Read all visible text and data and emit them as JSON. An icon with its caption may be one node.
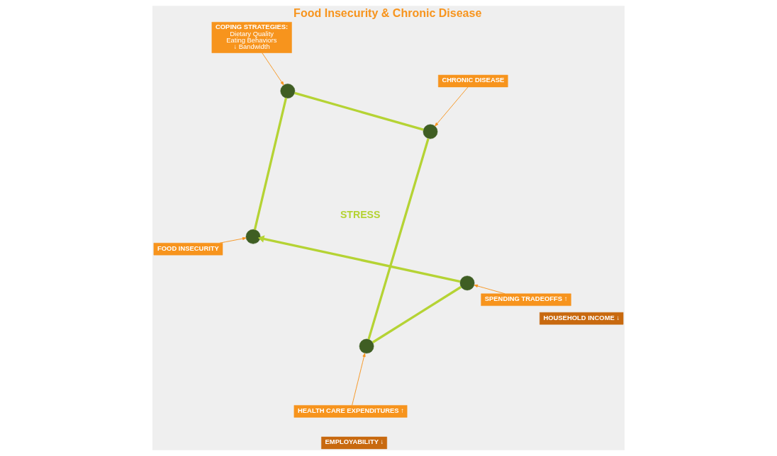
{
  "diagram": {
    "title": "Food Insecurity & Chronic Disease",
    "nodes": [
      {
        "text": [
          "FOOD INSECURITY"
        ]
      },
      {
        "text": [],
        "shape": "circle"
      },
      {
        "text": [
          "COPING STRATEGIES:",
          "Dietary Quality",
          "Eating Behaviors",
          "↓ Bandwidth"
        ]
      },
      {
        "text": [],
        "shape": "circle"
      },
      {
        "text": [
          "CHRONIC DISEASE"
        ]
      },
      {
        "text": [],
        "shape": "circle"
      },
      {
        "text": [
          "HEALTH CARE EXPENDITURES ↑"
        ]
      },
      {
        "text": [
          "EMPLOYABILITY ↓"
        ]
      },
      {
        "text": [],
        "shape": "circle"
      },
      {
        "text": [
          "HOUSEHOLD INCOME ↓"
        ]
      },
      {
        "text": [
          "SPENDING TRADEOFFS ↑"
        ]
      },
      {
        "text": [],
        "shape": "circle"
      }
    ],
    "edges": [
      {
        "from": 0,
        "to": 1,
        "arrow": "to",
        "color": "#f7941d"
      },
      {
        "from": 2,
        "to": 3,
        "arrow": "to",
        "color": "#f7941d"
      },
      {
        "from": 4,
        "to": 5,
        "arrow": "to",
        "color": "#f7941d"
      },
      {
        "from": 6,
        "to": 8,
        "arrow": "to",
        "color": "#f7941d"
      },
      {
        "from": 10,
        "to": 11,
        "arrow": "to",
        "color": "#f7941d"
      },
      {
        "from": 1,
        "to": 3,
        "arrow": "none",
        "style": "thick"
      },
      {
        "from": 3,
        "to": 5,
        "arrow": "none",
        "style": "thick"
      },
      {
        "from": 5,
        "to": 8,
        "arrow": "none",
        "style": "thick"
      },
      {
        "from": 8,
        "to": 11,
        "arrow": "none",
        "style": "thick"
      },
      {
        "from": 11,
        "to": 1,
        "arrow": "to",
        "style": "thick"
      }
    ],
    "labels": [
      "STRESS"
    ]
  }
}
